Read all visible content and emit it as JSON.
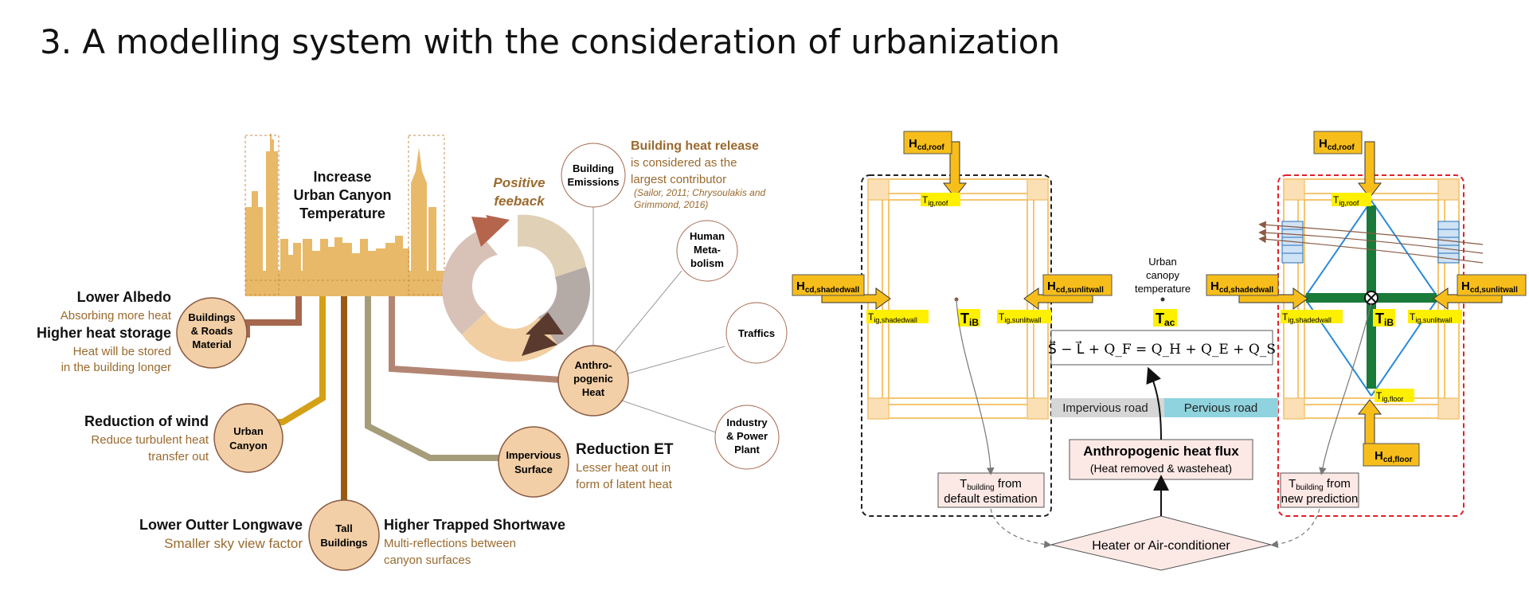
{
  "slide": {
    "title": "3. A modelling system with the consideration of urbanization"
  },
  "left": {
    "skyline_text": [
      "Increase",
      "Urban Canyon",
      "Temperature"
    ],
    "feedback": [
      "Positive",
      "feeback"
    ],
    "lower_albedo": {
      "title": "Lower Albedo",
      "desc": "Absorbing more heat"
    },
    "heat_storage": {
      "title": "Higher heat storage",
      "desc": [
        "Heat will be stored",
        "in the building longer"
      ]
    },
    "reduction_wind": {
      "title": "Reduction of wind",
      "desc": [
        "Reduce turbulent heat",
        "transfer out"
      ]
    },
    "outter_longwave": {
      "title": "Lower Outter Longwave",
      "desc": "Smaller sky view factor"
    },
    "trapped_shortwave": {
      "title": "Higher Trapped Shortwave",
      "desc": [
        "Multi-reflections between",
        "canyon surfaces"
      ]
    },
    "reduction_et": {
      "title": "Reduction ET",
      "desc": [
        "Lesser heat out in",
        "form of latent heat"
      ]
    },
    "heat_release": {
      "title": "Building heat release",
      "desc": [
        "is considered as the",
        "largest contributor"
      ],
      "cite": [
        "(Sailor, 2011; Chrysoulakis and",
        "Grimmond, 2016)"
      ]
    },
    "circles": {
      "materials": [
        "Buildings",
        "& Roads",
        "Material"
      ],
      "canyon": [
        "Urban",
        "Canyon"
      ],
      "tall": [
        "Tall",
        "Buildings"
      ],
      "impervious": [
        "Impervious",
        "Surface"
      ],
      "anthro": [
        "Anthro-",
        "pogenic",
        "Heat"
      ],
      "emissions": [
        "Building",
        "Emissions"
      ],
      "metabolism": [
        "Human",
        "Meta-",
        "bolism"
      ],
      "traffics": [
        "Traffics"
      ],
      "industry": [
        "Industry",
        "& Power",
        "Plant"
      ]
    }
  },
  "right": {
    "labels": {
      "hcd_roof_main": "H",
      "hcd_roof_sub": "cd,roof",
      "hcd_shaded_main": "H",
      "hcd_shaded_sub": "cd,shadedwall",
      "hcd_sunlit_main": "H",
      "hcd_sunlit_sub": "cd,sunlitwall",
      "hcd_floor_main": "H",
      "hcd_floor_sub": "cd,floor",
      "tig_roof_main": "T",
      "tig_roof_sub": "ig,roof",
      "tig_shaded_main": "T",
      "tig_shaded_sub": "ig,shadedwall",
      "tig_sunlit_main": "T",
      "tig_sunlit_sub": "ig,sunlitwall",
      "tig_floor_main": "T",
      "tig_floor_sub": "ig,floor",
      "tib_main": "T",
      "tib_sub": "iB",
      "tac_main": "T",
      "tac_sub": "ac"
    },
    "urban_canopy": [
      "Urban",
      "canopy",
      "temperature"
    ],
    "equation": "S⃗ − L⃗ + Q_F = Q_H + Q_E + Q_S",
    "impervious_road": "Impervious road",
    "pervious_road": "Pervious road",
    "anthro_flux": {
      "title": "Anthropogenic heat flux",
      "subtitle": "(Heat removed & wasteheat)"
    },
    "tbuilding_default": {
      "main": "T",
      "sub": "building",
      "rest": " from",
      "line2": "default estimation"
    },
    "tbuilding_new": {
      "main": "T",
      "sub": "building",
      "rest": " from",
      "line2": "new prediction"
    },
    "heater": "Heater or Air-conditioner"
  },
  "colors": {
    "accent_brown": "#9a6a2e",
    "skyline": "#e8b968",
    "circle_fill": "#f2cfa6",
    "yellow_label": "#f7be1b",
    "highlight": "#ffef00",
    "impervious": "#d6d6d6",
    "pervious": "#8fd3de"
  }
}
